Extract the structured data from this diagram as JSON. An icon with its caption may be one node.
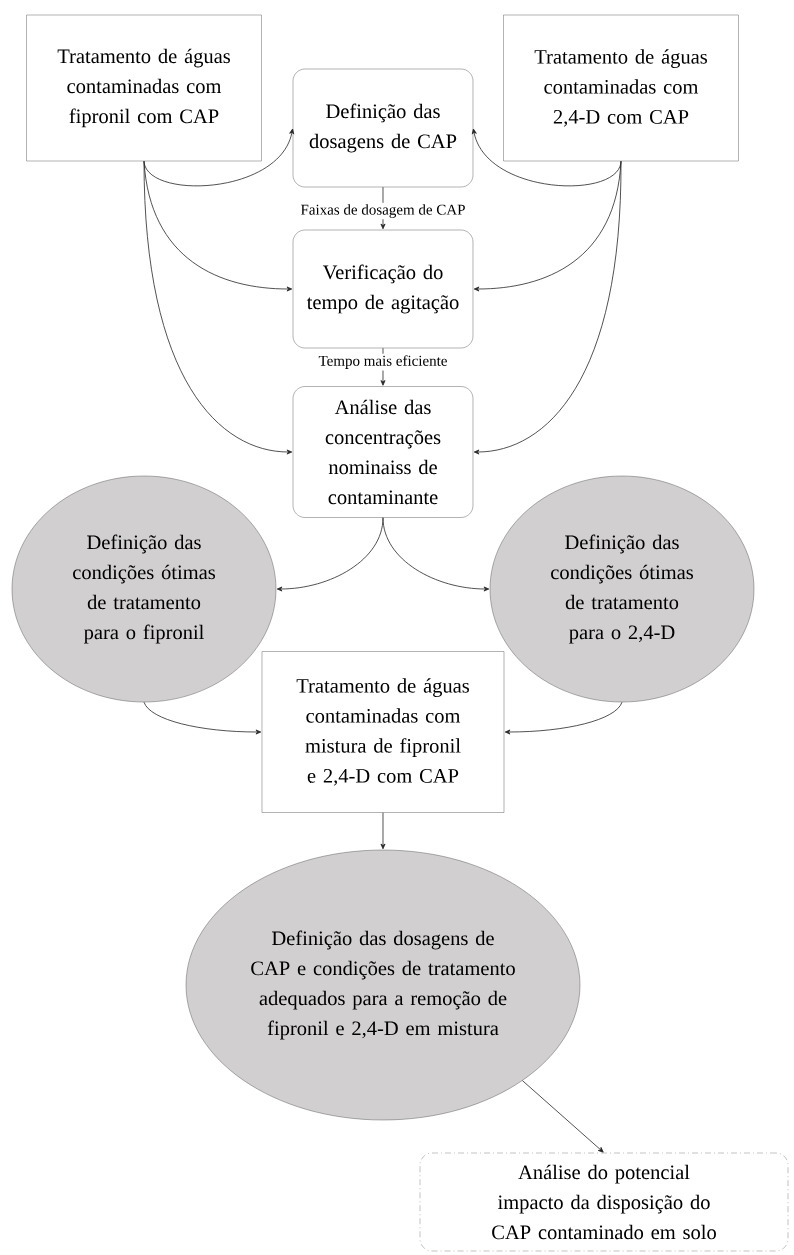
{
  "diagram": {
    "nodes": [
      {
        "text": [
          "Tratamento de águas contaminadas com fipronil com CAP"
        ]
      },
      {
        "text": [
          "Definição das dosagens de CAP"
        ]
      },
      {
        "text": [
          "Tratamento de águas contaminadas com 2,4-D com CAP"
        ]
      },
      {
        "text": [
          "Verificação do tempo de agitação"
        ]
      },
      {
        "text": [
          "Análise das concentrações nominaiss de contaminante"
        ]
      },
      {
        "text": [
          "Definição das condições ótimas de tratamento para o fipronil"
        ]
      },
      {
        "text": [
          "Definição das condições ótimas de tratamento para o 2,4-D"
        ]
      },
      {
        "text": [
          "Tratamento de águas contaminadas com mistura de fipronil e 2,4-D com CAP"
        ]
      },
      {
        "text": [
          "Definição das dosagens de CAP e condições de tratamento adequados para a remoção de fipronil e 2,4-D em mistura"
        ]
      },
      {
        "text": [
          "Análise do potencial impacto da disposição do CAP contaminado em solo"
        ]
      }
    ],
    "edges": [
      {
        "from": 0,
        "to": 1,
        "arrow": "to"
      },
      {
        "from": 0,
        "to": 3,
        "arrow": "to"
      },
      {
        "from": 0,
        "to": 4,
        "arrow": "to"
      },
      {
        "from": 2,
        "to": 1,
        "arrow": "to"
      },
      {
        "from": 2,
        "to": 3,
        "arrow": "to"
      },
      {
        "from": 2,
        "to": 4,
        "arrow": "to"
      },
      {
        "from": 1,
        "to": 3,
        "arrow": "to",
        "label": "Faixas de dosagem de CAP"
      },
      {
        "from": 3,
        "to": 4,
        "arrow": "to",
        "label": "Tempo mais eficiente"
      },
      {
        "from": 4,
        "to": 5,
        "arrow": "to"
      },
      {
        "from": 4,
        "to": 6,
        "arrow": "to"
      },
      {
        "from": 5,
        "to": 7,
        "arrow": "to"
      },
      {
        "from": 6,
        "to": 7,
        "arrow": "to"
      },
      {
        "from": 7,
        "to": 8,
        "arrow": "to"
      },
      {
        "from": 8,
        "to": 9,
        "arrow": "to"
      }
    ]
  }
}
